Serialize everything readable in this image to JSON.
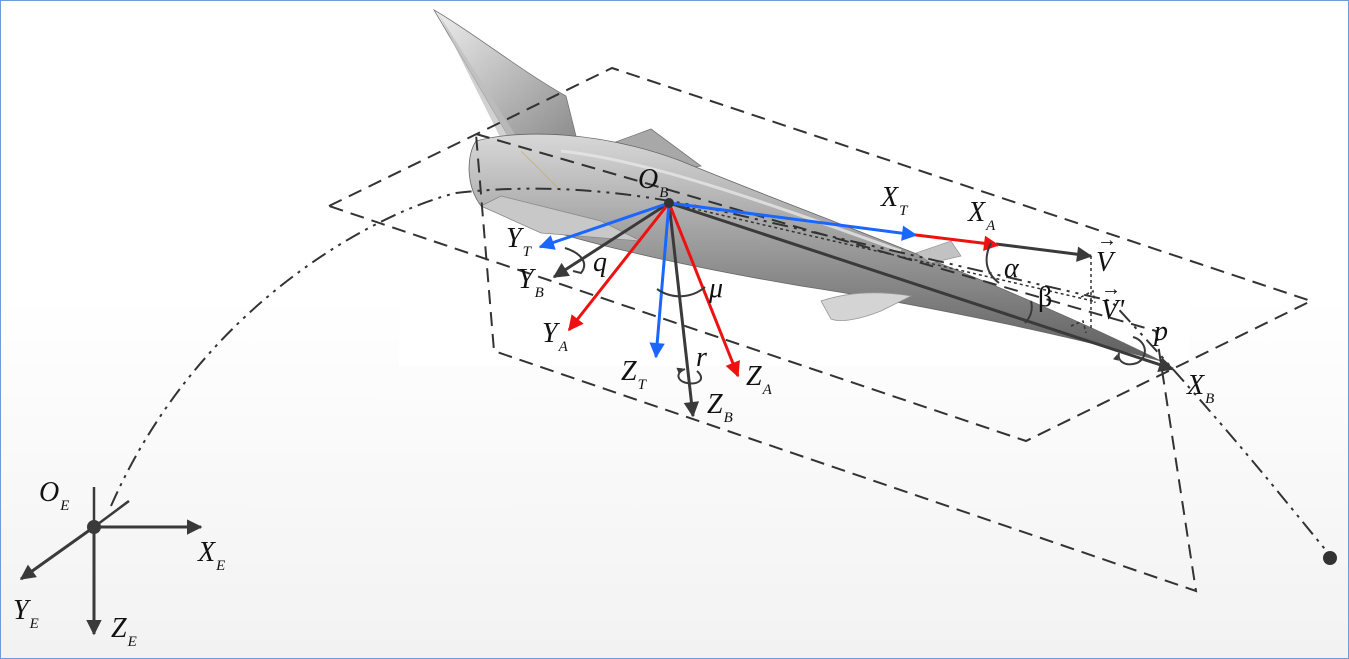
{
  "labels": {
    "O_E": {
      "main": "O",
      "sub": "E"
    },
    "X_E": {
      "main": "X",
      "sub": "E"
    },
    "Y_E": {
      "main": "Y",
      "sub": "E"
    },
    "Z_E": {
      "main": "Z",
      "sub": "E"
    },
    "O_B": {
      "main": "O",
      "sub": "B"
    },
    "X_T": {
      "main": "X",
      "sub": "T"
    },
    "X_A": {
      "main": "X",
      "sub": "A"
    },
    "X_B": {
      "main": "X",
      "sub": "B"
    },
    "Y_T": {
      "main": "Y",
      "sub": "T"
    },
    "Y_B": {
      "main": "Y",
      "sub": "B"
    },
    "Y_A": {
      "main": "Y",
      "sub": "A"
    },
    "Z_T": {
      "main": "Z",
      "sub": "T"
    },
    "Z_B": {
      "main": "Z",
      "sub": "B"
    },
    "Z_A": {
      "main": "Z",
      "sub": "A"
    },
    "V": "V",
    "V_prime": "V'",
    "vector_arrow": "→",
    "alpha": "α",
    "beta": "β",
    "mu": "μ",
    "p": "p",
    "q": "q",
    "r": "r"
  },
  "colors": {
    "body_axes": "#3a3a3a",
    "track_axes": "#1a66ff",
    "wind_axes": "#ee1111",
    "earth_axes": "#3a3a3a",
    "plane_dashes": "#333333"
  },
  "icons": {
    "aircraft": "fighter-jet-icon"
  }
}
